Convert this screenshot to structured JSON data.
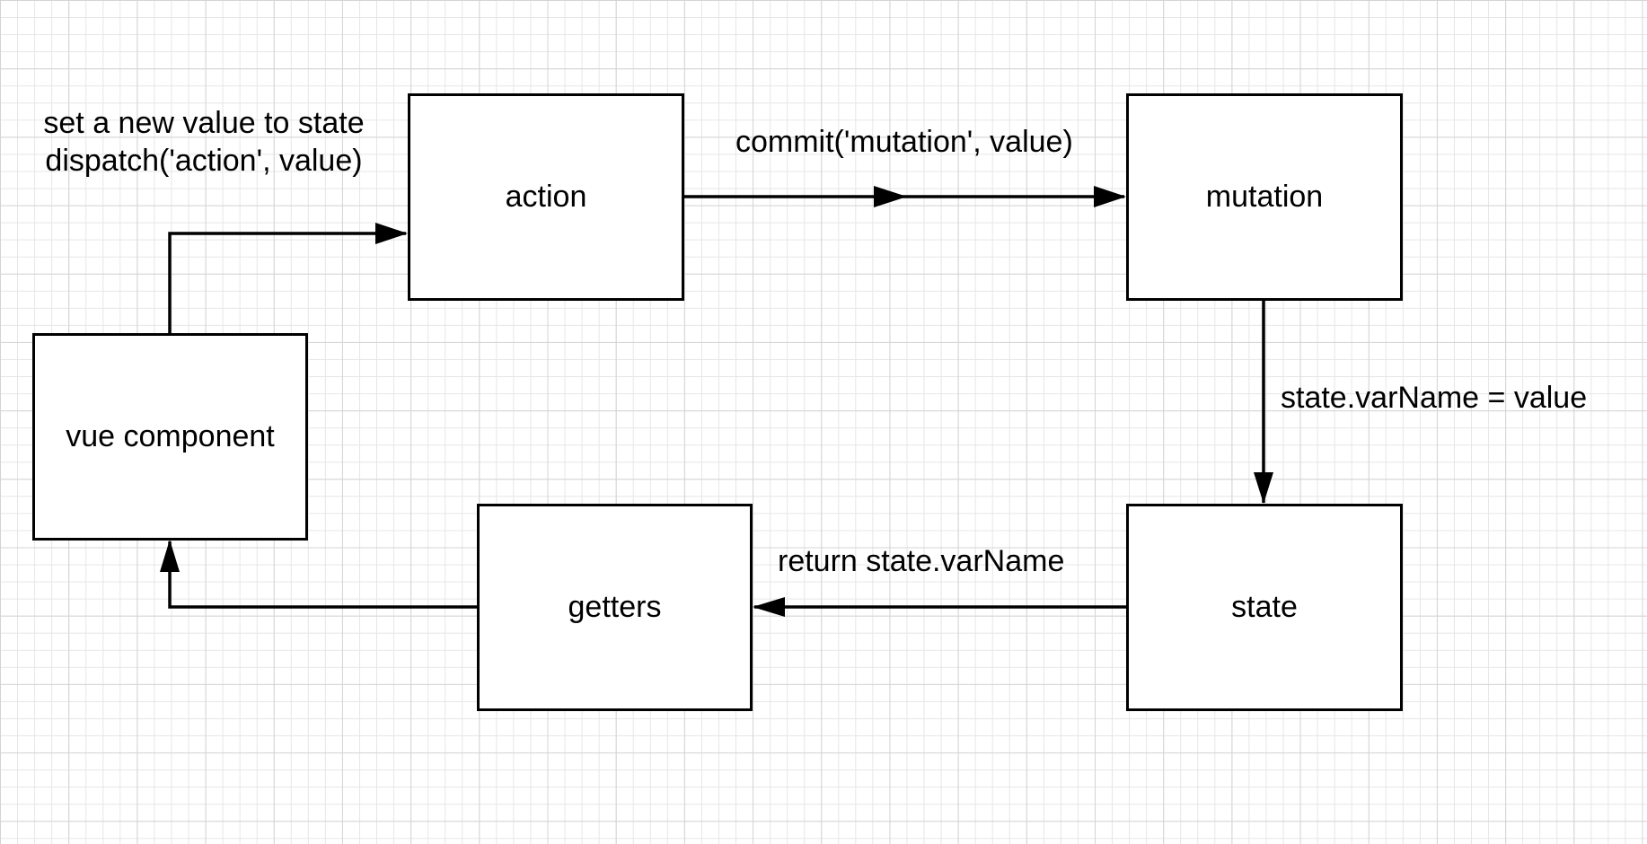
{
  "diagram": {
    "nodes": {
      "vue_component": "vue component",
      "action": "action",
      "mutation": "mutation",
      "state": "state",
      "getters": "getters"
    },
    "edge_labels": {
      "dispatch_line1": "set a new value to state",
      "dispatch_line2": "dispatch('action', value)",
      "commit": "commit('mutation', value)",
      "assign": "state.varName = value",
      "return": "return state.varName"
    },
    "colors": {
      "stroke": "#000000",
      "grid": "#e6e6e6",
      "background": "#ffffff"
    }
  }
}
